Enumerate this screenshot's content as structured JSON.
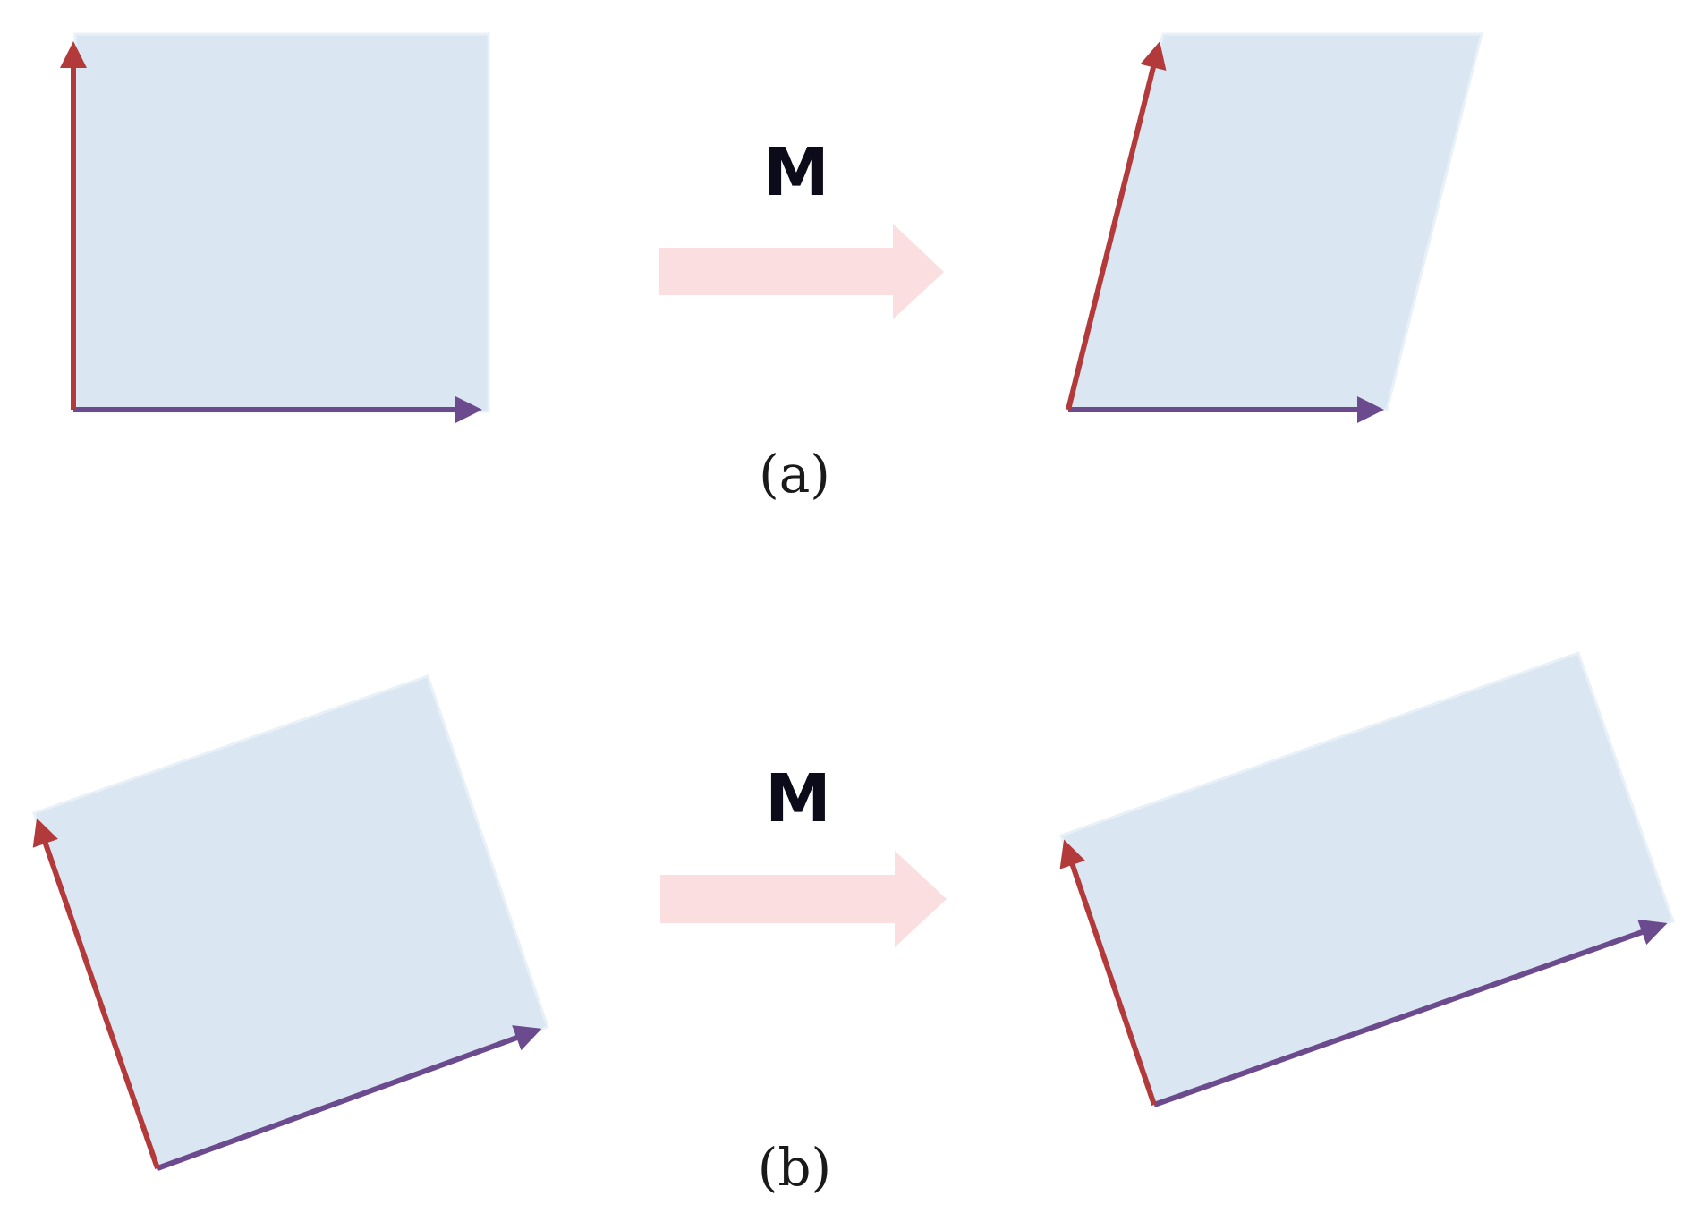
{
  "colors": {
    "background": "#ffffff",
    "shape_fill": "#dae6f2",
    "shape_edge": "#e8f0f8",
    "basis_vector_1": "#6b4a8e",
    "basis_vector_2": "#b23a3a",
    "transform_arrow": "#fbdfe0",
    "text": "#1a1a1a"
  },
  "panels": [
    {
      "id": "a",
      "caption": "(a)",
      "transform_label": "M",
      "before_shape": "square",
      "after_shape": "parallelogram"
    },
    {
      "id": "b",
      "caption": "(b)",
      "transform_label": "M",
      "before_shape": "rotated-square",
      "after_shape": "rotated-rectangle"
    }
  ],
  "icons": {
    "transform_arrow": "block-arrow-right-icon",
    "vector_head": "arrowhead-icon"
  }
}
